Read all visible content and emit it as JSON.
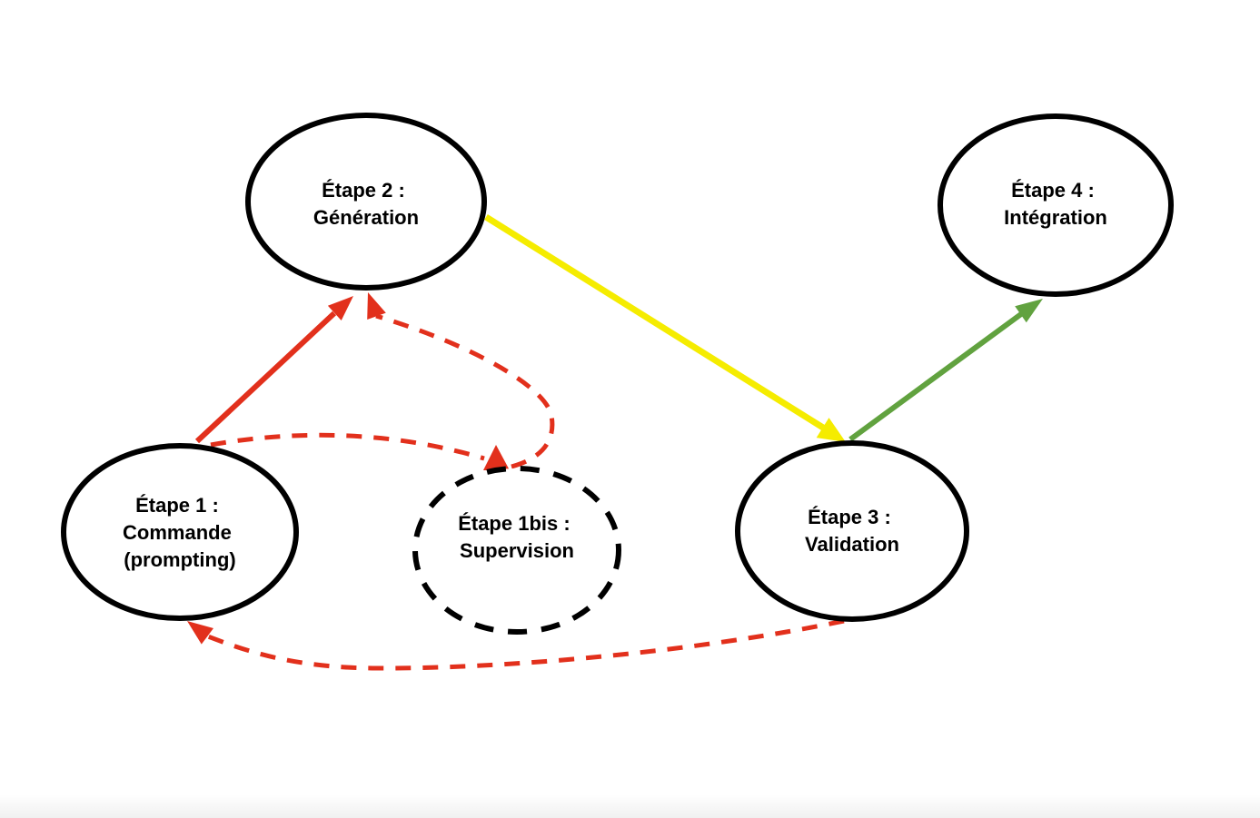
{
  "diagram": {
    "title": "Workflow steps diagram (French)",
    "background_color": "#ffffff",
    "colors": {
      "node_border": "#000000",
      "text": "#000000",
      "red": "#e2301c",
      "yellow": "#f5ec00",
      "green": "#61a23f"
    },
    "nodes": {
      "etape1": {
        "line1": "Étape 1 :",
        "line2": "Commande",
        "line3": "(prompting)",
        "border_style": "solid"
      },
      "etape1bis": {
        "line1": "Étape 1bis :",
        "line2": "Supervision",
        "border_style": "dashed"
      },
      "etape2": {
        "line1": "Étape 2 :",
        "line2": "Génération",
        "border_style": "solid"
      },
      "etape3": {
        "line1": "Étape 3 :",
        "line2": "Validation",
        "border_style": "solid"
      },
      "etape4": {
        "line1": "Étape 4 :",
        "line2": "Intégration",
        "border_style": "solid"
      }
    },
    "edges": [
      {
        "from": "etape1",
        "to": "etape2",
        "style": "solid",
        "color": "red"
      },
      {
        "from": "etape1",
        "to": "etape1bis",
        "style": "dashed",
        "color": "red"
      },
      {
        "from": "etape1bis",
        "to": "etape2",
        "style": "dashed",
        "color": "red"
      },
      {
        "from": "etape2",
        "to": "etape3",
        "style": "solid",
        "color": "yellow"
      },
      {
        "from": "etape3",
        "to": "etape4",
        "style": "solid",
        "color": "green"
      },
      {
        "from": "etape3",
        "to": "etape1",
        "style": "dashed",
        "color": "red"
      }
    ]
  }
}
